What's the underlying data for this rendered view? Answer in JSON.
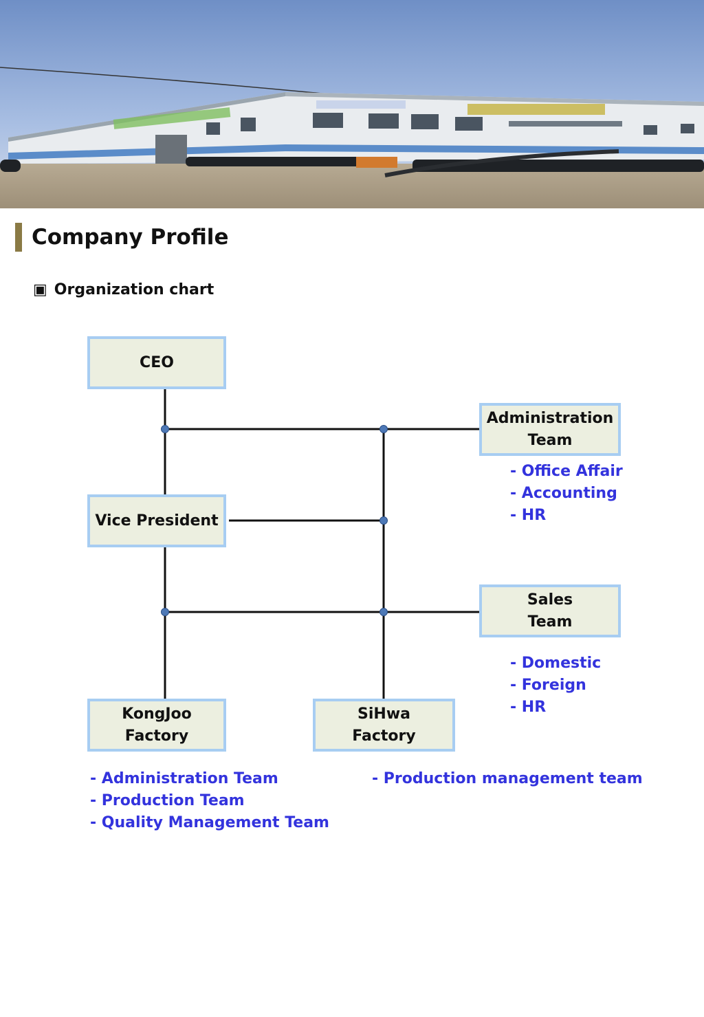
{
  "colors": {
    "box_border": "#a7cdf2",
    "box_fill": "#ecefe0",
    "sub_item_text": "#3333dd",
    "title_bar": "#8a7a45",
    "connector_dot": "#4e79b7"
  },
  "banner": {
    "image": "factory-building-photo"
  },
  "page_title": "Company Profile",
  "section": {
    "icon": "▣",
    "title": "Organization chart"
  },
  "org_chart": {
    "ceo": {
      "line1": "CEO"
    },
    "vice_president": {
      "line1": "Vice President"
    },
    "admin_team": {
      "line1": "Administration",
      "line2": "Team",
      "items": [
        "Office Affair",
        "Accounting",
        "HR"
      ]
    },
    "sales_team": {
      "line1": "Sales",
      "line2": "Team",
      "items": [
        "Domestic",
        "Foreign",
        "HR"
      ]
    },
    "kongjoo_factory": {
      "line1": "KongJoo",
      "line2": "Factory",
      "items": [
        "Administration Team",
        "Production Team",
        "Quality Management Team"
      ]
    },
    "sihwa_factory": {
      "line1": "SiHwa",
      "line2": "Factory",
      "items": [
        "Production management team"
      ]
    },
    "bullet": "- "
  }
}
